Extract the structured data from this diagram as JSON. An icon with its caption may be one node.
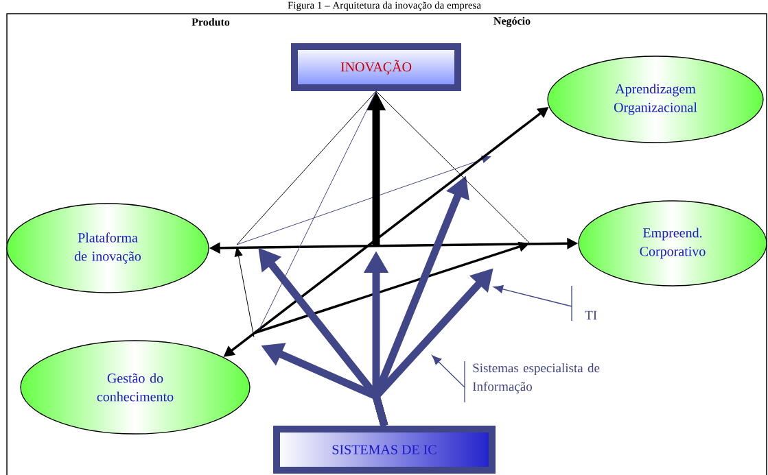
{
  "diagram": {
    "title": "Figura 1 – Arquitetura da inovação da empresa",
    "nodes": [
      {
        "text": [
          "INOVAÇÃO"
        ]
      },
      {
        "text": [
          "Aprendizagem Organizacional"
        ]
      },
      {
        "text": [
          "Plataforma de inovação"
        ]
      },
      {
        "text": [
          "Empreend. Corporativo"
        ]
      },
      {
        "text": [
          "Gestão do conhecimento"
        ]
      },
      {
        "text": [
          "SISTEMAS DE IC"
        ]
      },
      {
        "text": [
          "TI"
        ]
      },
      {
        "text": [
          "Sistemas especialista de Informação"
        ]
      }
    ],
    "edges": [
      {
        "from": 2,
        "to": 3,
        "arrow": "both",
        "color": "#000000"
      },
      {
        "from": 4,
        "to": 1,
        "arrow": "both",
        "color": "#000000"
      },
      {
        "from": null,
        "to": 0,
        "arrow": "to",
        "style": "thick",
        "color": "#000000"
      },
      {
        "from": 5,
        "to": null,
        "arrow": "to",
        "style": "thick",
        "color": "#404688"
      },
      {
        "from": 5,
        "to": null,
        "arrow": "to",
        "style": "thick",
        "color": "#404688"
      },
      {
        "from": 5,
        "to": null,
        "arrow": "to",
        "style": "thick",
        "color": "#404688"
      },
      {
        "from": 5,
        "to": null,
        "arrow": "to",
        "style": "thick",
        "color": "#404688"
      },
      {
        "from": 5,
        "to": null,
        "arrow": "to",
        "style": "thick",
        "color": "#404688"
      },
      {
        "from": 6,
        "to": null,
        "arrow": "to",
        "color": "#404688"
      },
      {
        "from": 7,
        "to": null,
        "arrow": "to",
        "color": "#404688"
      },
      {
        "from": 0,
        "to": null,
        "arrow": "none",
        "color": "#000000"
      },
      {
        "from": 0,
        "to": null,
        "arrow": "none",
        "color": "#000000"
      },
      {
        "from": 0,
        "to": null,
        "arrow": "none",
        "color": "#404688"
      }
    ],
    "labels": [
      "Produto",
      "Negócio"
    ]
  }
}
